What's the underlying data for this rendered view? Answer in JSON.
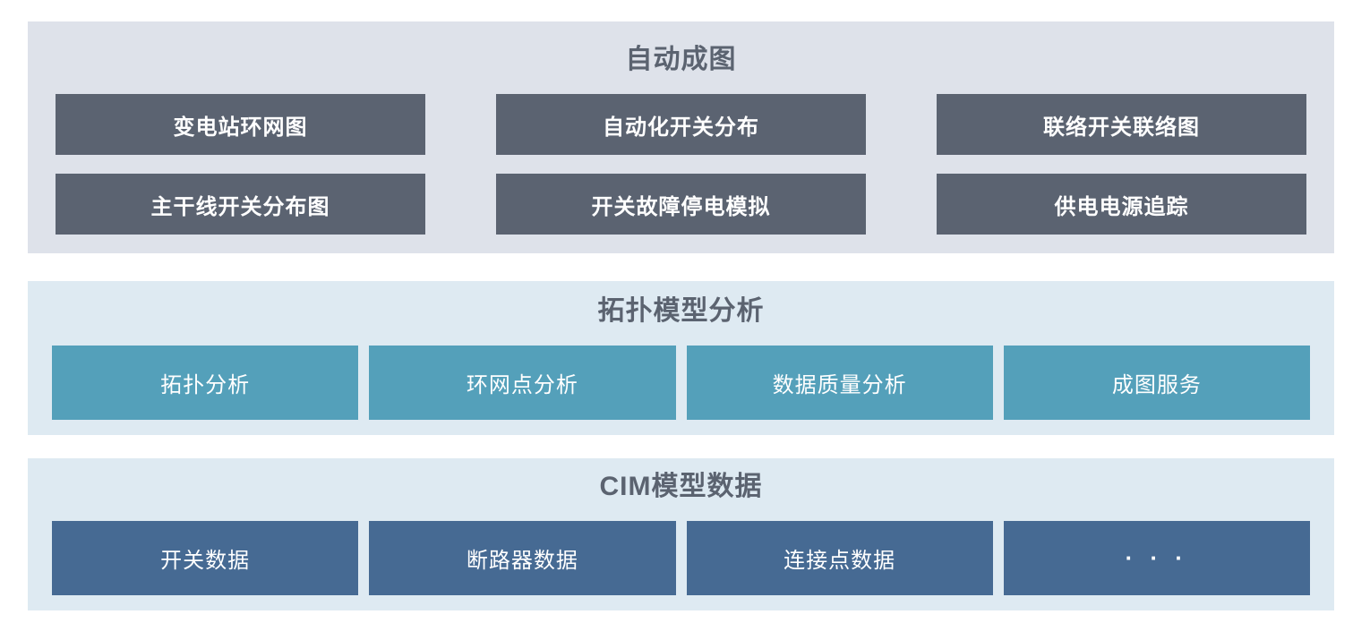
{
  "colors": {
    "page_bg": "#ffffff",
    "panel1_bg": "#dee2ea",
    "panel2_bg": "#deeaf2",
    "panel3_bg": "#deeaf2",
    "dark_box": "#5b6371",
    "teal_box": "#54a0ba",
    "blue_box": "#466a93",
    "title_text": "#5b6370",
    "box_text": "#ffffff"
  },
  "sections": [
    {
      "id": "auto-diagram",
      "title": "自动成图",
      "background": "#dee2ea",
      "box_color": "#5b6371",
      "title_color": "#5b6370",
      "rows": [
        [
          "变电站环网图",
          "自动化开关分布",
          "联络开关联络图"
        ],
        [
          "主干线开关分布图",
          "开关故障停电模拟",
          "供电电源追踪"
        ]
      ]
    },
    {
      "id": "topology-model-analysis",
      "title": "拓扑模型分析",
      "background": "#deeaf2",
      "box_color": "#54a0ba",
      "title_color": "#5b6370",
      "rows": [
        [
          "拓扑分析",
          "环网点分析",
          "数据质量分析",
          "成图服务"
        ]
      ]
    },
    {
      "id": "cim-model-data",
      "title": "CIM模型数据",
      "background": "#deeaf2",
      "box_color": "#466a93",
      "title_color": "#5b6370",
      "rows": [
        [
          "开关数据",
          "断路器数据",
          "连接点数据",
          "· · ·"
        ]
      ]
    }
  ]
}
